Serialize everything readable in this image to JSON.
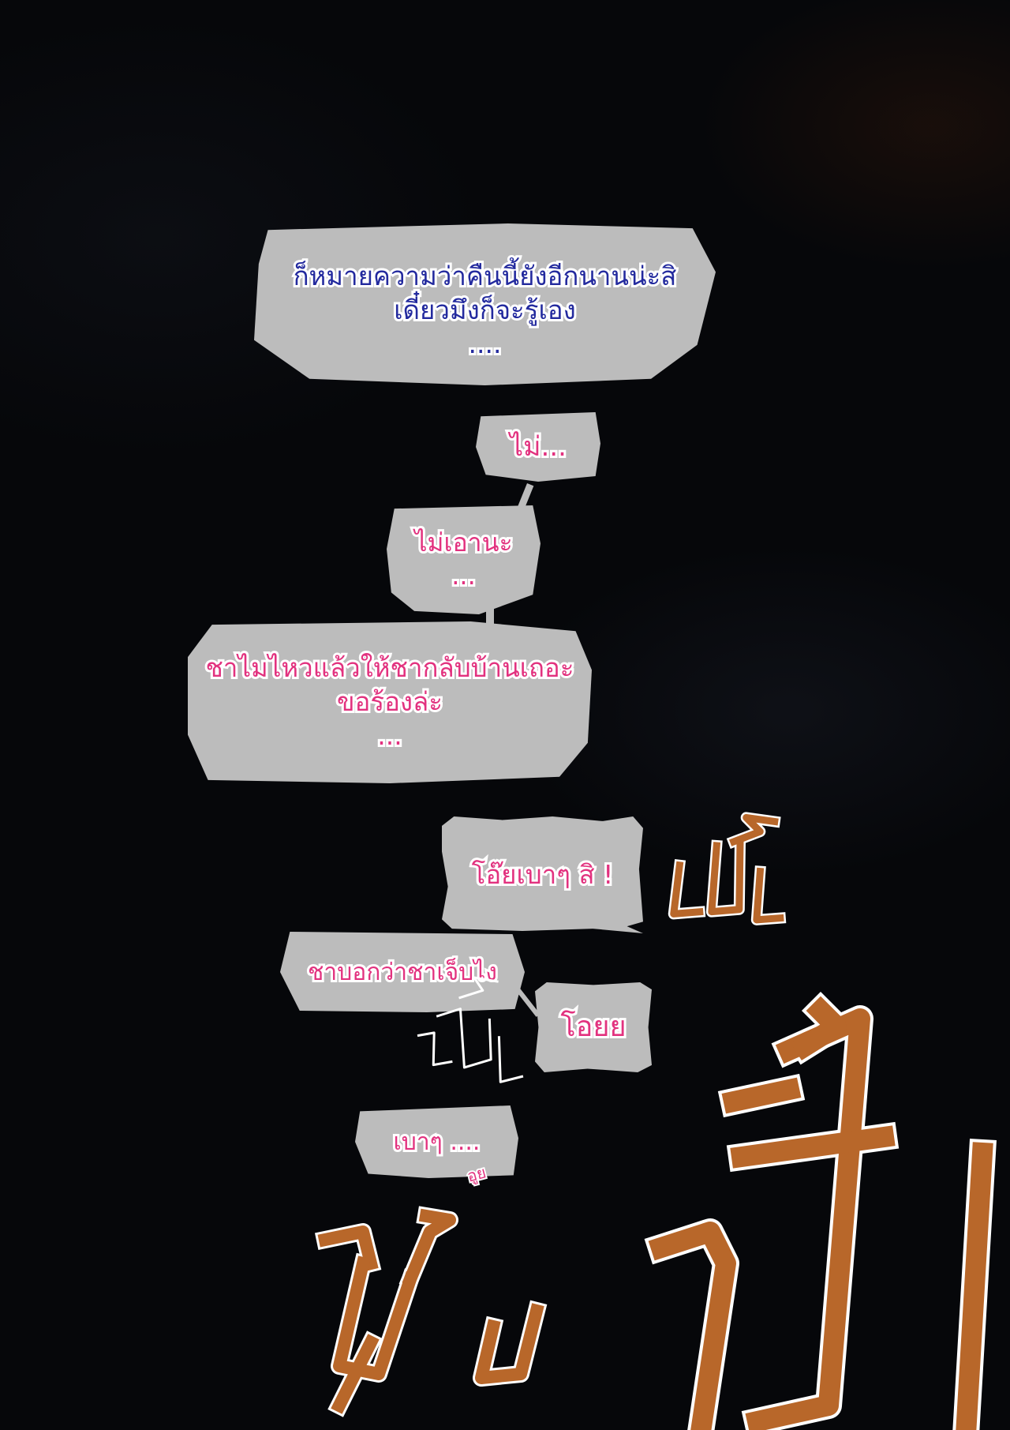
{
  "bubbles": {
    "b1": {
      "lines": [
        "ก็หมายความว่าคืนนี้ยังอีกนานน่ะสิ",
        "เดี๋ยวมึงก็จะรู้เอง",
        "...."
      ]
    },
    "b2": {
      "lines": [
        "ไม่..."
      ]
    },
    "b3": {
      "lines": [
        "ไม่เอานะ",
        "..."
      ]
    },
    "b4": {
      "lines": [
        "ชาไมไหวแล้วให้ชากลับบ้านเถอะ",
        "ขอร้องล่ะ",
        "..."
      ]
    },
    "b5": {
      "lines": [
        "โอ๊ยเบาๆ สิ !"
      ]
    },
    "b6": {
      "lines": [
        "ชาบอกว่าชาเจ็บไง"
      ]
    },
    "b7": {
      "lines": [
        "โอยย"
      ]
    },
    "b8": {
      "lines": [
        "เบาๆ ...."
      ]
    }
  },
  "small_text": "อูย",
  "sfx": [
    "เป๊ะ",
    "ปั๊บ",
    "ปั๊บ",
    "ปั้บ"
  ],
  "colors": {
    "bubble": "#bcbcbc",
    "speaker_blue": "#232a9e",
    "speaker_pink": "#e2327f",
    "sfx_orange": "#b8672a",
    "background": "#06070a"
  }
}
